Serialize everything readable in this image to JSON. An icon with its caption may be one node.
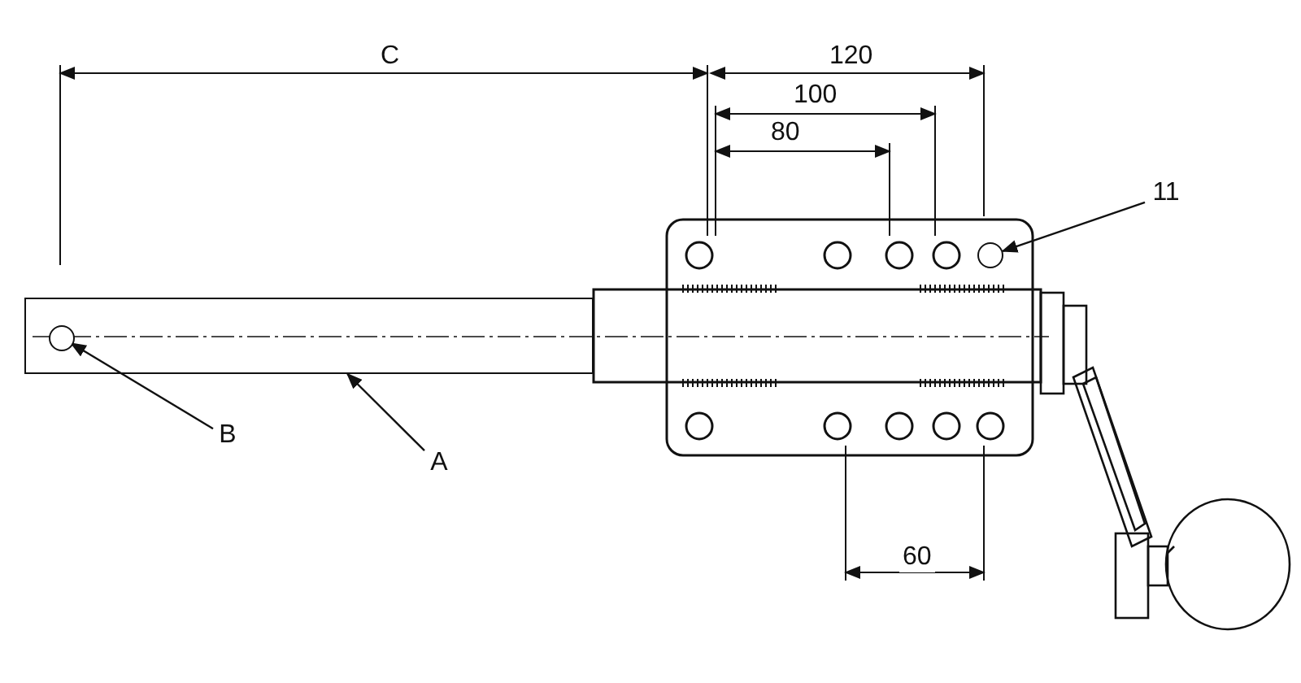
{
  "diagram": {
    "nodes": [
      {
        "text": [],
        "shape": "bar"
      },
      {
        "text": [],
        "shape": "circle",
        "in": 0
      },
      {
        "text": [
          "B"
        ]
      },
      {
        "text": [
          "A"
        ]
      },
      {
        "text": [
          "11"
        ]
      },
      {
        "text": [],
        "shape": "circle"
      }
    ],
    "edges": [
      {
        "from": 2,
        "to": 1,
        "arrow": "to"
      },
      {
        "from": 3,
        "to": 0,
        "arrow": "to"
      },
      {
        "from": 4,
        "to": 5,
        "arrow": "to"
      }
    ],
    "labels": [
      "C",
      "120",
      "100",
      "80",
      "60"
    ]
  }
}
